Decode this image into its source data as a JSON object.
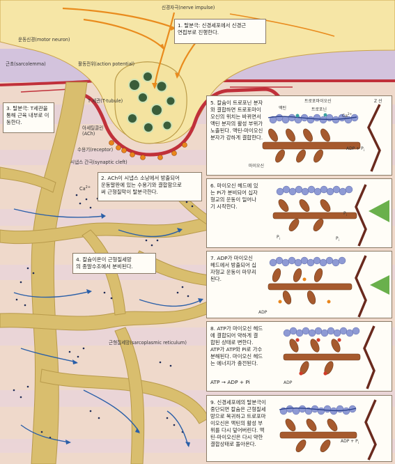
{
  "labels": {
    "nerve_impulse": "신경자극(nerve impulse)",
    "motor_neuron": "운동신경(motor neuron)",
    "sarcolemma": "근초(sarcolemma)",
    "action_potential": "활동전위(action potential)",
    "t_tubule": "T 세관(T-tubule)",
    "ach": "아세틸콜린\n(ACh)",
    "receptor": "수용기(receptor)",
    "synaptic_cleft": "시냅스 간극(synaptic cleft)",
    "ca_main": "Ca",
    "sarcoplasmic_reticulum": "근형질세망(sarcoplasmic reticulum)",
    "tropomyosin": "트로포마이오신",
    "actin": "액틴",
    "troponin": "트로포닌",
    "z_line": "Z 선",
    "ca_panel": "Ca",
    "myosin": "마이오신",
    "adp_pi_5": "ADP + P",
    "pi_6a": "P",
    "pi_6b": "P",
    "pi_6c": "P",
    "adp_7": "ADP",
    "adp_8": "ADP",
    "adp_pi_9": "ADP + P",
    "sub_i": "i",
    "sup_2plus": "2+"
  },
  "steps": {
    "s1": "1. 탈분극: 신경세포에서 신경근\n연접부로 진행한다.",
    "s2": "2. ACh이 시냅스 소낭에서 방출되어\n운동말판에 있는 수용기와 결합함으로\n써 근형질막이 탈분극한다.",
    "s3": "3. 탈분극: T세관을\n통해 근육 내부로 이\n동한다.",
    "s4": "4. 칼슘이온이 근형질세망\n의 종말수조에서 분비된다.",
    "s5": "5. 칼슘이 트로포닌 분자\n와 결합하면 트로포마이\n오신의 위치는 바뀌면서\n액틴 분자의 활성 부위가\n노출된다. 액틴-마이오신\n분자가 강하게 결합한다.",
    "s6": "6. 마이오신 헤드에 있\n는 Pi가 분비되어 십자\n형교의 운동이 일어나\n기 시작한다.",
    "s7": "7. ADP가 마이오신\n헤드에서 방출되어 십\n자형교 운동이 마무리\n된다.",
    "s8": "8. ATP가 마이오신 헤드\n에 결합되어 약하게 결\n합된 상태로 변한다.\nATP가 ATP와 Pi로 가수\n분해된다. 마이오신 헤드\n는 에너지가 충전된다.",
    "s8_eq": "ATP → ADP + Pi",
    "s9": "9. 신경세포에의 탈분극이\n중단되면 칼슘은 근형질세\n망으로 복귀하고 트로포마\n이오신은 액틴의 활성 부\n위를 다시 덮어버린다. 액\n틴-마이오신은 다시 약한\n결합상태로 돌아온다."
  },
  "colors": {
    "neuron": "#f6e6a6",
    "membrane_red": "#c0303a",
    "t_tubule": "#d7b25f",
    "reticulum": "#d9be6e",
    "muscle_pink": "#eed5c8",
    "muscle_purple": "#d9c6d9",
    "impulse_arrow": "#e98b1d",
    "flow_arrow": "#2a5fa8",
    "actin_bead": "#8e9ad4",
    "myosin": "#a65a2e",
    "z_line": "#6a2a1e",
    "green_arrow": "#6ab04c",
    "calcium_dot": "#1d2a55"
  }
}
